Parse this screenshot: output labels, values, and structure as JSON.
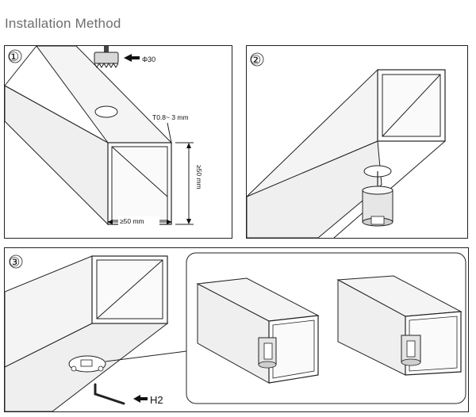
{
  "title": "Installation Method",
  "steps": [
    {
      "number": "①",
      "labels": {
        "hole": "Φ30",
        "thickness": "T0.8~ 3 mm",
        "height": "≥50 mm",
        "width": "≥50 mm"
      }
    },
    {
      "number": "②"
    },
    {
      "number": "③",
      "labels": {
        "tool": "H2"
      }
    }
  ],
  "colors": {
    "line": "#222222",
    "face": "#f2f2f2",
    "title": "#6e6e6e"
  }
}
